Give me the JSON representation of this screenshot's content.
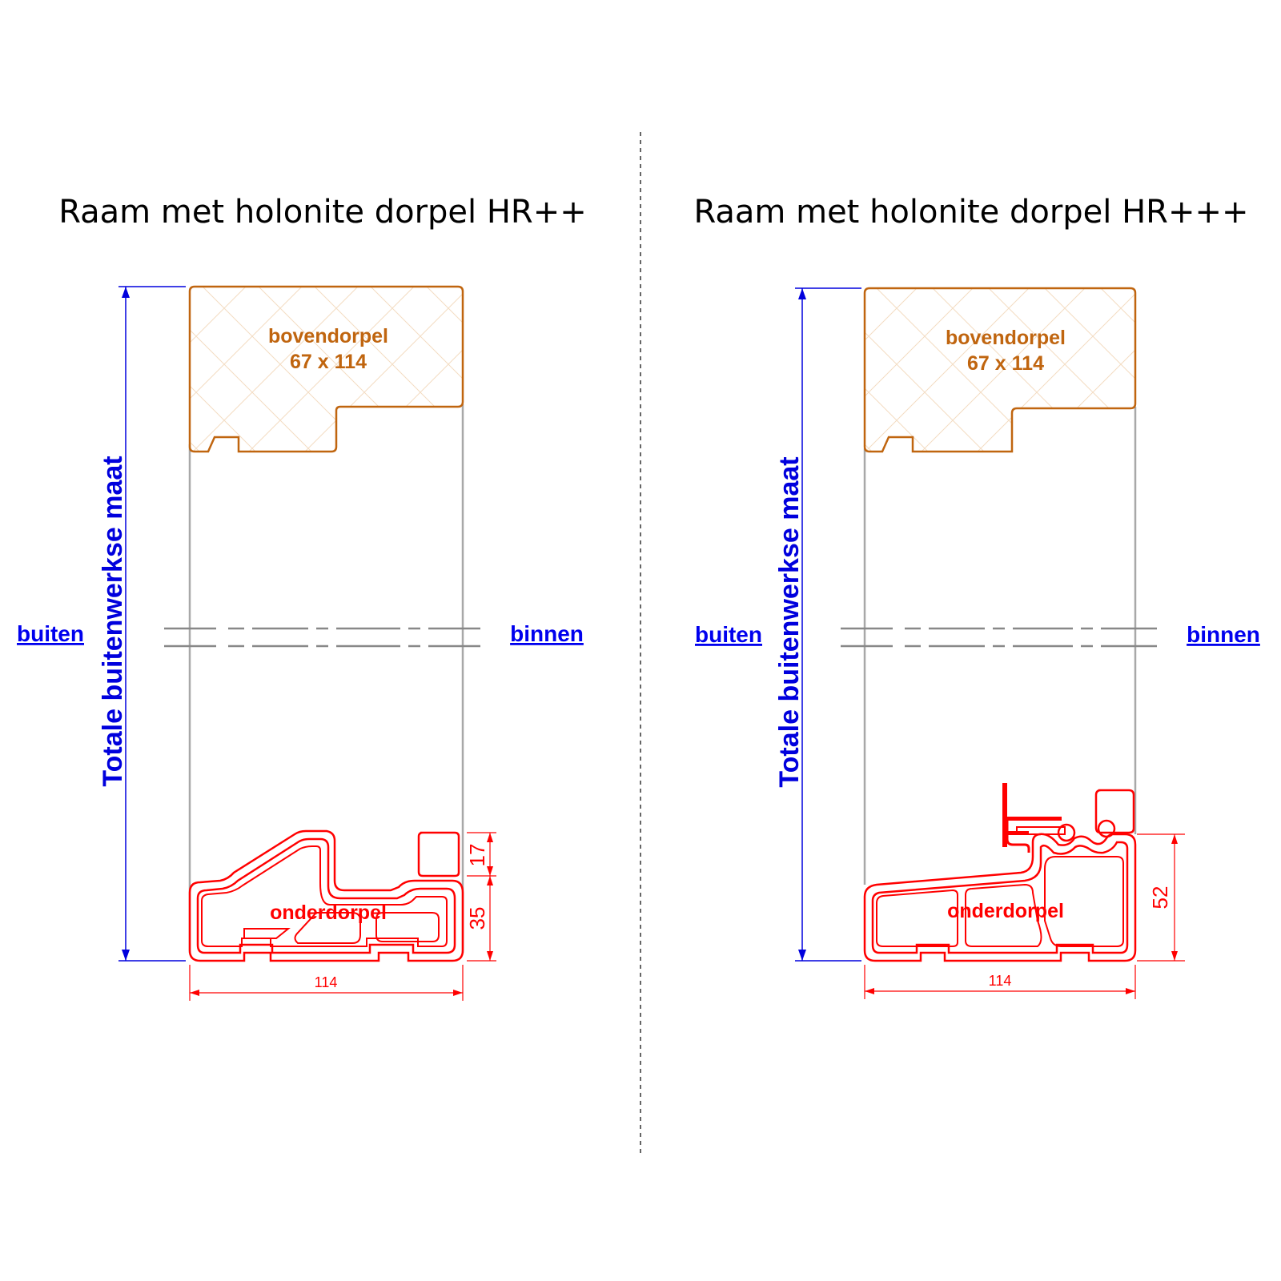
{
  "colors": {
    "wood": "#c0650f",
    "profile": "#ff0000",
    "dimension": "#0000dd",
    "link": "#0000ee",
    "frame": "#a8a8a8",
    "divider": "#333333"
  },
  "panels": [
    {
      "title": "Raam met holonite dorpel HR++",
      "top_label_1": "bovendorpel",
      "top_label_2": "67 x 114",
      "bottom_label": "onderdorpel",
      "outside_label": "buiten",
      "inside_label": "binnen",
      "vertical_label": "Totale buitenwerkse maat",
      "width_dim": "114",
      "dims": [
        "17",
        "35"
      ]
    },
    {
      "title": "Raam met holonite dorpel HR+++",
      "top_label_1": "bovendorpel",
      "top_label_2": "67 x 114",
      "bottom_label": "onderdorpel",
      "outside_label": "buiten",
      "inside_label": "binnen",
      "vertical_label": "Totale buitenwerkse maat",
      "width_dim": "114",
      "dims": [
        "52"
      ]
    }
  ]
}
